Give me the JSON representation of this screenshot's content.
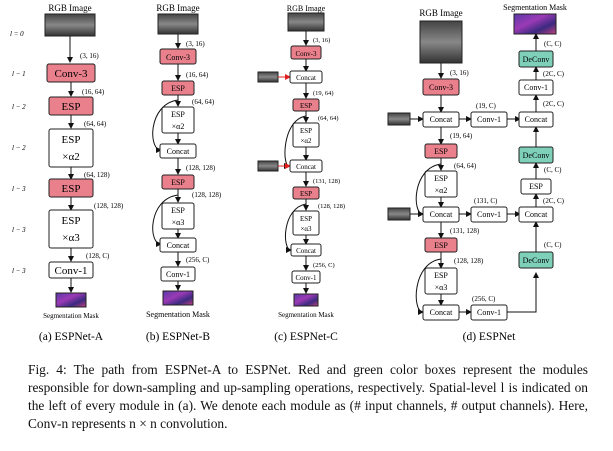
{
  "colors": {
    "down": "#e9808c",
    "up": "#7fd0b8",
    "plain": "#ffffff",
    "stroke": "#222222",
    "arrow": "#111111",
    "red_arrow": "#e02020"
  },
  "panels": {
    "a": {
      "label": "(a) ESPNet-A",
      "top_label": "RGB Image",
      "bottom_label": "Segmentation Mask",
      "modules": [
        "Conv-3",
        "ESP",
        "ESP",
        "×α2",
        "ESP",
        "ESP",
        "×α3",
        "Conv-1"
      ],
      "levels": [
        "l = 0",
        "l − 1",
        "l − 2",
        "l − 2",
        "l − 3",
        "l − 3",
        "l − 3"
      ],
      "dims": [
        "(3, 16)",
        "(16, 64)",
        "(64, 64)",
        "(64, 128)",
        "(128, 128)",
        "(128, C)"
      ]
    },
    "b": {
      "label": "(b) ESPNet-B",
      "top_label": "RGB Image",
      "bottom_label": "Segmentation Mask",
      "modules": [
        "Conv-3",
        "ESP",
        "ESP",
        "×α2",
        "Concat",
        "ESP",
        "ESP",
        "×α3",
        "Concat",
        "Conv-1"
      ],
      "dims": [
        "(3, 16)",
        "(16, 64)",
        "(64, 64)",
        "(128, 128)",
        "(128, 128)",
        "(256, C)"
      ]
    },
    "c": {
      "label": "(c) ESPNet-C",
      "top_label": "RGB Image",
      "bottom_label": "Segmentation Mask",
      "modules": [
        "Conv-3",
        "Concat",
        "ESP",
        "ESP",
        "×α2",
        "Concat",
        "ESP",
        "ESP",
        "×α3",
        "Concat",
        "Conv-1"
      ],
      "dims": [
        "(3, 16)",
        "(19, 64)",
        "(64, 64)",
        "(131, 128)",
        "(128, 128)",
        "(256, C)"
      ]
    },
    "d": {
      "label": "(d) ESPNet",
      "top_label": "RGB Image",
      "top_right_label": "Segmentation Mask",
      "modules": [
        "Conv-3",
        "Concat",
        "Conv-1",
        "Concat",
        "ESP",
        "ESP",
        "×α2",
        "Concat",
        "Conv-1",
        "Concat",
        "ESP",
        "ESP",
        "×α3",
        "Concat",
        "Conv-1",
        "DeConv",
        "Conv-1",
        "DeConv",
        "ESP",
        "DeConv"
      ],
      "dims": [
        "(3, 16)",
        "(19, C)",
        "(19, 64)",
        "(64, 64)",
        "(131, C)",
        "(131, 128)",
        "(128, 128)",
        "(256, C)",
        "(C, C)",
        "(2C, C)",
        "(C, C)",
        "(2C, C)",
        "(C, C)"
      ]
    }
  },
  "caption": {
    "lead": "Fig. 4:",
    "text": "The path from ESPNet-A to ESPNet. Red and green color boxes represent the modules responsible for down-sampling and up-sampling operations, respectively. Spatial-level l is indicated on the left of every module in (a). We denote each module as (# input channels, # output channels). Here, Conv-n represents n × n convolution."
  }
}
